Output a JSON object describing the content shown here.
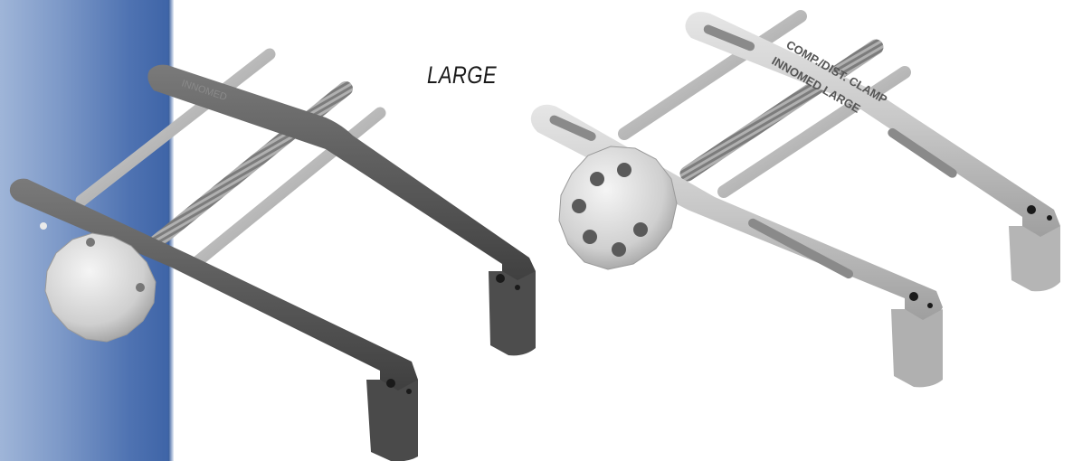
{
  "size_label": "LARGE",
  "engravings": {
    "dark_clamp_text": "INNOMED",
    "silver_clamp_line1": "INNOMED LARGE",
    "silver_clamp_line2": "COMP./DIST. CLAMP"
  },
  "colors": {
    "background": "#ffffff",
    "blue_panel": "#4f73b2",
    "dark_metal": "#5a5a5a",
    "silver_metal": "#c4c4c4"
  }
}
